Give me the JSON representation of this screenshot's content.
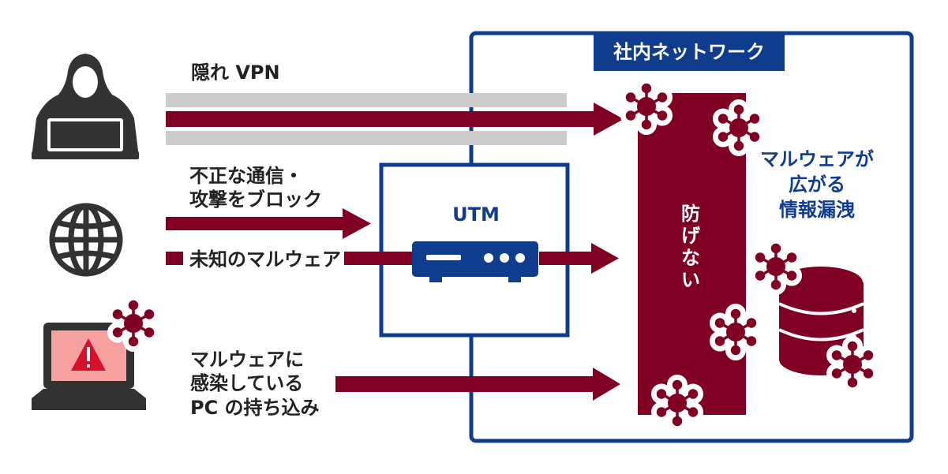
{
  "hidden_vpn": {
    "label": "隠れ VPN"
  },
  "block_comm": {
    "label": "不正な通信・\n攻撃をブロック"
  },
  "unknown_malware": {
    "label": "未知のマルウェア"
  },
  "infected_pc": {
    "label": "マルウェアに\n感染している\nPC の持ち込み"
  },
  "utm": {
    "label": "UTM"
  },
  "network": {
    "label": "社内ネットワーク"
  },
  "cannot_prevent": {
    "label": "防\nげ\nな\nい"
  },
  "malware_spread": {
    "label": "マルウェアが\n広がる\n情報漏洩"
  },
  "colors": {
    "maroon": "#7f0022",
    "blue": "#0f3c8c",
    "gray": "#cccccc",
    "dark": "#333333",
    "alert_screen": "#f7a0a0",
    "alert": "#d8102e"
  },
  "icons": [
    "hacker-icon",
    "globe-icon",
    "infected-laptop-icon",
    "utm-device-icon",
    "virus-icon",
    "database-icon"
  ]
}
